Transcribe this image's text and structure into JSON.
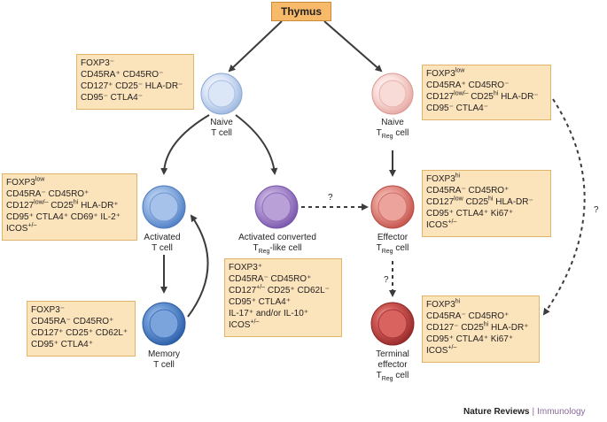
{
  "source": {
    "title": "Thymus"
  },
  "cells": {
    "naive_t": {
      "l1": "Naive",
      "l2": "T cell"
    },
    "naive_treg": {
      "l1": "Naive",
      "l2_main": "T",
      "l2_sub": "Reg",
      "l2_tail": " cell"
    },
    "activated_t": {
      "l1": "Activated",
      "l2": "T cell"
    },
    "activated_converted": {
      "l1": "Activated converted",
      "l2_main": "T",
      "l2_sub": "Reg",
      "l2_tail": "-like cell"
    },
    "effector_treg": {
      "l1": "Effector",
      "l2_main": "T",
      "l2_sub": "Reg",
      "l2_tail": " cell"
    },
    "memory_t": {
      "l1": "Memory",
      "l2": "T cell"
    },
    "terminal_effector": {
      "l1": "Terminal",
      "l2": "effector",
      "l3_main": "T",
      "l3_sub": "Reg",
      "l3_tail": " cell"
    }
  },
  "boxes": {
    "naive_t": [
      "FOXP3⁻",
      "CD45RA⁺ CD45RO⁻",
      "CD127⁺ CD25⁻ HLA-DR⁻",
      "CD95⁻ CTLA4⁻"
    ],
    "naive_treg": [
      "FOXP3^low",
      "CD45RA⁺ CD45RO⁻",
      "CD127^low/– CD25^hi HLA-DR⁻",
      "CD95⁻ CTLA4⁻"
    ],
    "activated_t": [
      "FOXP3^low",
      "CD45RA⁻ CD45RO⁺",
      "CD127^low/– CD25^hi HLA-DR⁺",
      "CD95⁺ CTLA4⁺ CD69⁺ IL-2⁺",
      "ICOS^+/–"
    ],
    "effector_treg": [
      "FOXP3^hi",
      "CD45RA⁻ CD45RO⁺",
      "CD127^low CD25^hi HLA-DR⁻",
      "CD95⁺ CTLA4⁺ Ki67⁺",
      "ICOS^+/–"
    ],
    "activated_converted": [
      "FOXP3⁺",
      "CD45RA⁻ CD45RO⁺",
      "CD127^+/– CD25⁺ CD62L⁻",
      "CD95⁺ CTLA4⁺",
      "IL-17⁺ and/or IL-10⁺",
      "ICOS^+/–"
    ],
    "memory_t": [
      "FOXP3⁻",
      "CD45RA⁻ CD45RO⁺",
      "CD127⁺ CD25⁺ CD62L⁺",
      "CD95⁺ CTLA4⁺"
    ],
    "terminal_effector": [
      "FOXP3^hi",
      "CD45RA⁻ CD45RO⁺",
      "CD127⁻ CD25^hi HLA-DR⁺",
      "CD95⁺ CTLA4⁺ Ki67⁺",
      "ICOS^+/–"
    ]
  },
  "uncertain_marks": {
    "q1": "?",
    "q2": "?",
    "q3": "?"
  },
  "footer": {
    "journal": "Nature Reviews",
    "separator": "|",
    "subject": "Immunology"
  },
  "colors": {
    "box_fill": "#fbe3bb",
    "thymus_fill": "#f7ba6a",
    "naive_t_cell": "#c9d8f0",
    "naive_treg_cell": "#f7d0cc",
    "activated_t_cell": "#8fb2e2",
    "converted_cell": "#a98dcc",
    "effector_cell": "#e38a82",
    "memory_cell": "#5d8fd0",
    "terminal_cell": "#cc4a48"
  }
}
